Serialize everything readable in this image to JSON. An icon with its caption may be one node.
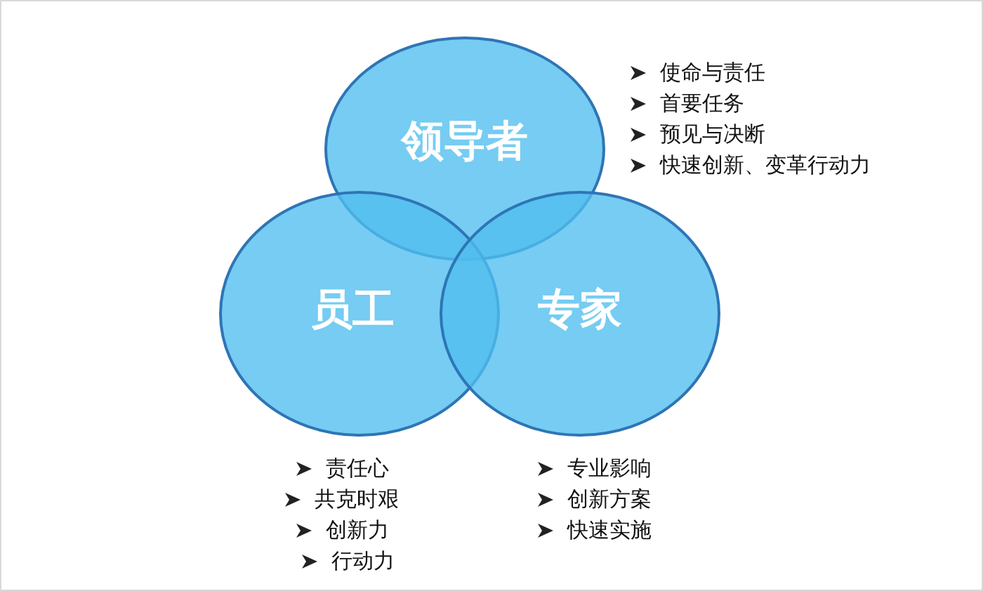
{
  "diagram": {
    "nodes": [
      {
        "text": [
          "领导者"
        ],
        "beside": [
          "使命与责任",
          "首要任务",
          "预见与决断",
          "快速创新、变革行动力"
        ]
      },
      {
        "text": [
          "员工"
        ],
        "beside": [
          "责任心",
          "共克时艰",
          "创新力",
          "行动力"
        ]
      },
      {
        "text": [
          "专家"
        ],
        "beside": [
          "专业影响",
          "创新方案",
          "快速实施"
        ]
      }
    ]
  }
}
